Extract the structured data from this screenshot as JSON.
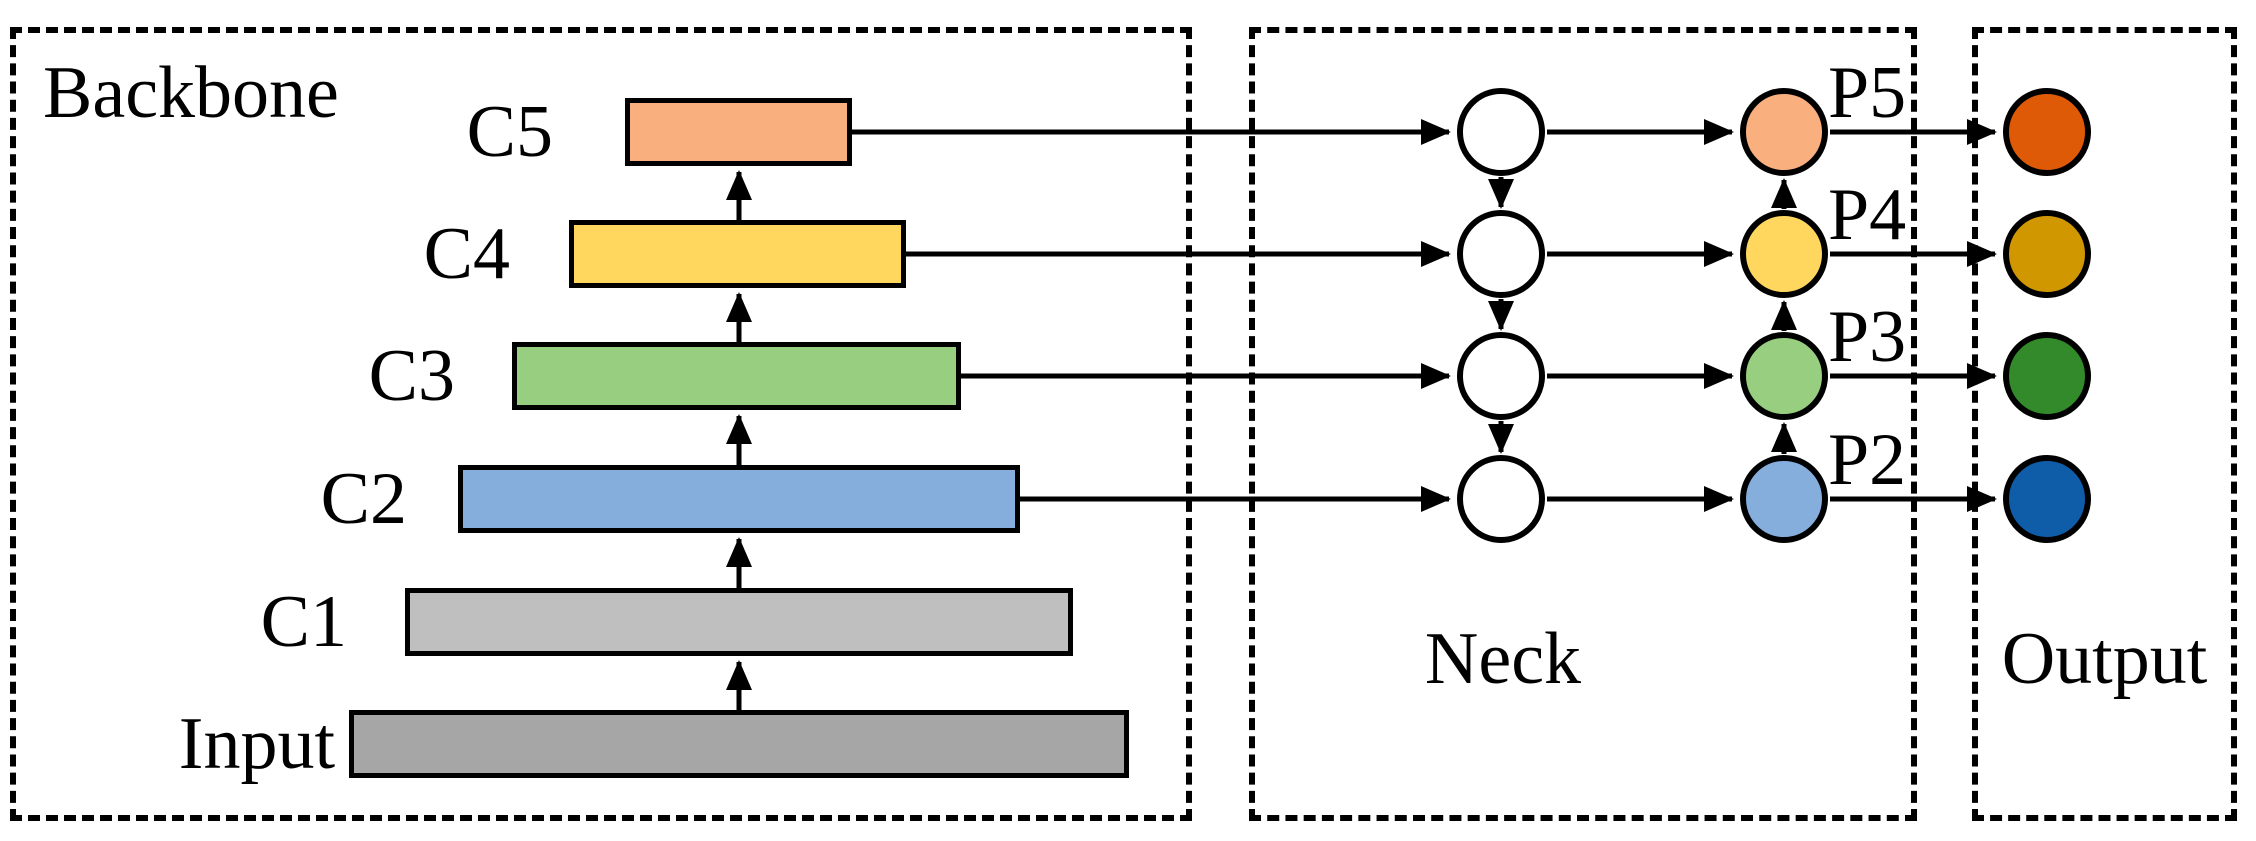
{
  "titles": {
    "backbone": "Backbone",
    "neck": "Neck",
    "output": "Output"
  },
  "backbone_layers": [
    {
      "label": "C5",
      "fill": "#FAAF7E"
    },
    {
      "label": "C4",
      "fill": "#FFD75F"
    },
    {
      "label": "C3",
      "fill": "#97CE80"
    },
    {
      "label": "C2",
      "fill": "#85AEDD"
    },
    {
      "label": "C1",
      "fill": "#BFBFBF"
    },
    {
      "label": "Input",
      "fill": "#A6A6A6"
    }
  ],
  "neck": {
    "intermediate_fill": "#FFFFFF",
    "fused_nodes": [
      {
        "label": "P5",
        "fill": "#FAAF7E"
      },
      {
        "label": "P4",
        "fill": "#FFD75F"
      },
      {
        "label": "P3",
        "fill": "#97CE80"
      },
      {
        "label": "P2",
        "fill": "#85AEDD"
      }
    ]
  },
  "output_nodes": [
    {
      "fill": "#DE5A07"
    },
    {
      "fill": "#D09700"
    },
    {
      "fill": "#338A2B"
    },
    {
      "fill": "#0F5CA8"
    }
  ],
  "line_color": "#000000"
}
